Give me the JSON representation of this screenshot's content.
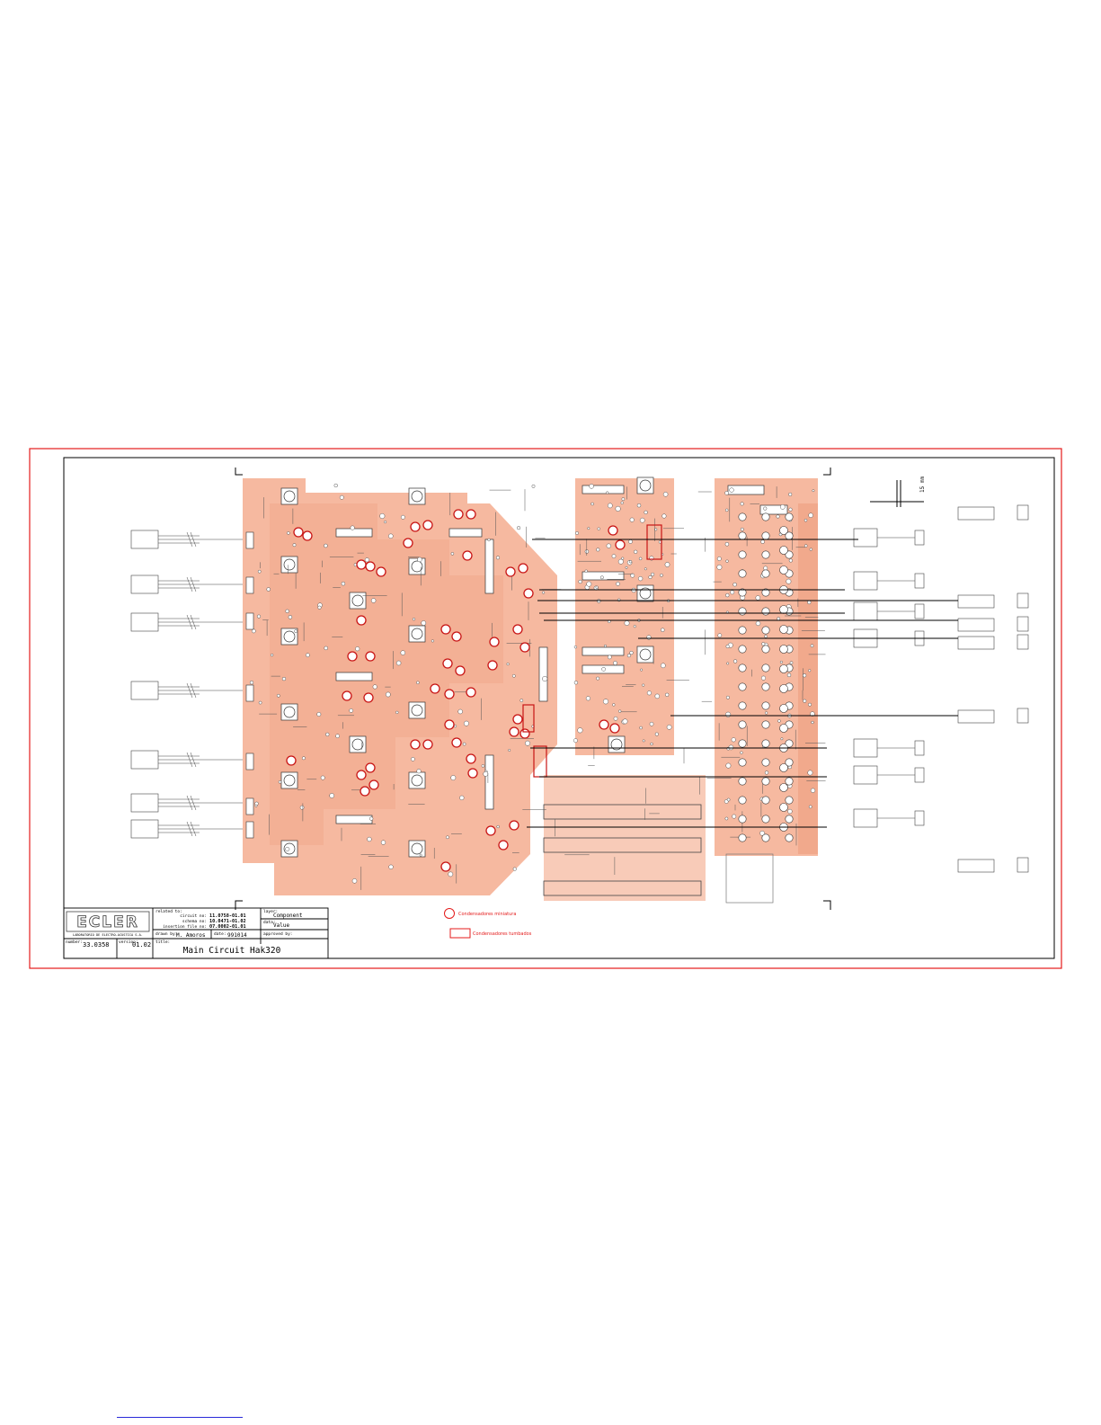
{
  "colors": {
    "pcb_fill": "#f6b9a0",
    "pcb_fill_dark": "#f1a98c",
    "outline_red": "#e41b1b",
    "ink": "#000000",
    "link_blue": "#2a2ad8"
  },
  "scale_bar": {
    "label": "15 mm"
  },
  "title_block": {
    "company_logo": "ECLER",
    "company_sub": "LABORATORIO DE ELECTRO-ACUSTICA S.A.",
    "related_to_label": "related to:",
    "circuit_no_label": "circuit no:",
    "circuit_no": "11.0758-01.01",
    "schema_no_label": "schema no:",
    "schema_no": "10.0471-01.02",
    "insertion_file_label": "insertion file no:",
    "insertion_file_no": "07.0002-01.01",
    "drawn_by_label": "drawn by:",
    "drawn_by": "M. Amoros",
    "date_label": "date:",
    "date": "991014",
    "number_label": "number:",
    "number": "33.0358",
    "version_label": "version:",
    "version": "01.02",
    "title_label": "title:",
    "title": "Main Circuit Hak320",
    "layer_label": "layer:",
    "layer": "Component",
    "data_label": "data:",
    "data": "Value",
    "approved_label": "approved by:"
  },
  "legend": {
    "miniature_caps": "Condensadores miniatura",
    "lay_down_caps": "Condensadores tumbados"
  }
}
